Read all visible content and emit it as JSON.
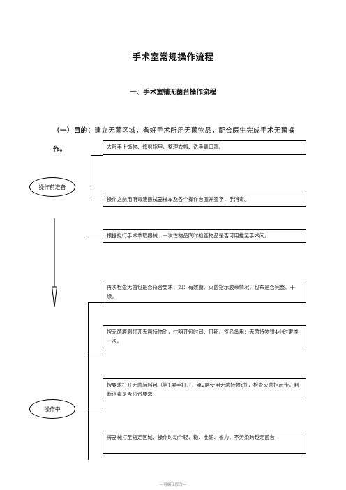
{
  "document": {
    "title": "手术室常规操作流程",
    "subtitle": "一、手术室铺无菌台操作流程",
    "purpose": {
      "label": "（一）目的：",
      "text_line1": "建立无菌区域，备好手术所用无菌物品，配合医生完成手术无菌操",
      "text_line2": "作。"
    },
    "stages": [
      {
        "label": "操作前准备",
        "steps": [
          "去除手上饰物、修剪指甲、整理衣帽、洗手戴口罩。",
          "操作之前用消毒液擦拭器械车及各个操作台面并签字，手消毒。"
        ]
      },
      {
        "label": "",
        "steps": [
          "根据拟行手术拿取器械、一次性物品同时检查物品是否可用推至手术间。"
        ]
      },
      {
        "label": "操作中",
        "steps": [
          "再次检查无菌包是否符合要求，如：有效期、灭菌指示胶带情况、包布是否完整、干燥。",
          "按无菌原则打开无菌持物钳，注明开包时间、日期、签名备用：无菌持物钳4小时更换一次。",
          "按要求打开无菌辅料包（第1层手打开，第2层使用无菌持物钳），检查灭菌指示卡，判断消毒是否符合要求",
          "将器械打至指定区域，操作时动作轻、稳、准确、省力，不污染跨越无菌台"
        ]
      }
    ],
    "footer": "—可编辑修改—"
  }
}
